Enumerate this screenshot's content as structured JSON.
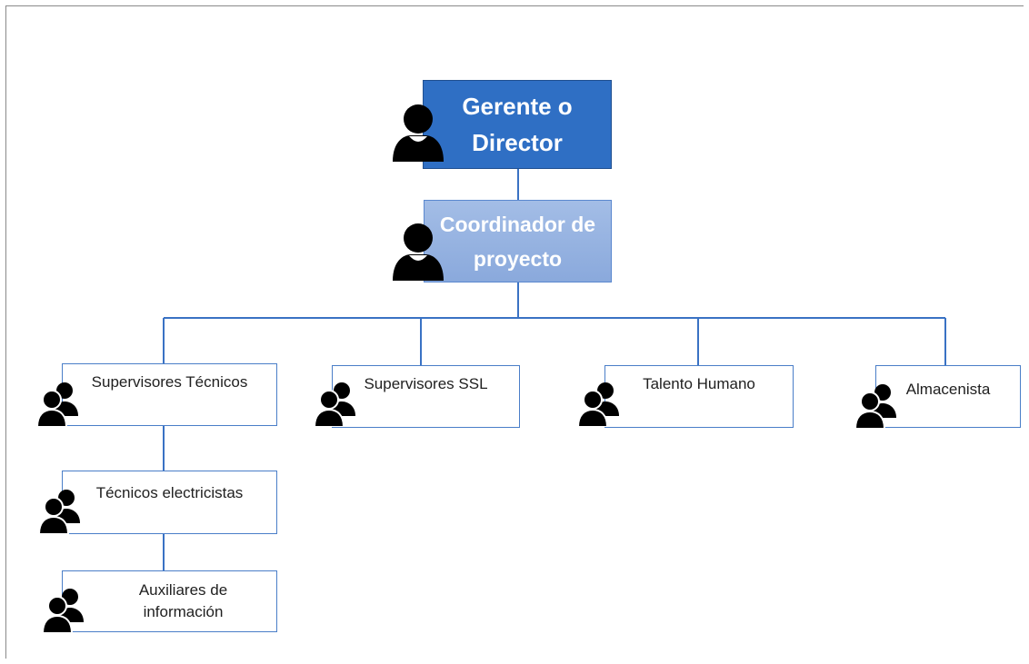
{
  "nodes": {
    "gerente": {
      "label": "Gerente o Director"
    },
    "coordinador": {
      "label": "Coordinador de proyecto"
    },
    "supervisores_tecnicos": {
      "label": "Supervisores Técnicos"
    },
    "supervisores_ssl": {
      "label": "Supervisores SSL"
    },
    "talento_humano": {
      "label": "Talento Humano"
    },
    "almacenista": {
      "label": "Almacenista"
    },
    "tecnicos_electricistas": {
      "label": "Técnicos electricistas"
    },
    "auxiliares": {
      "label": "Auxiliares de información"
    }
  },
  "icons": {
    "single": "person-icon",
    "group": "people-icon"
  },
  "colors": {
    "top_fill": "#2f6fc4",
    "coord_fill": "#93afdf",
    "connector": "#3a72c4",
    "leaf_border": "#4a7ec8"
  }
}
